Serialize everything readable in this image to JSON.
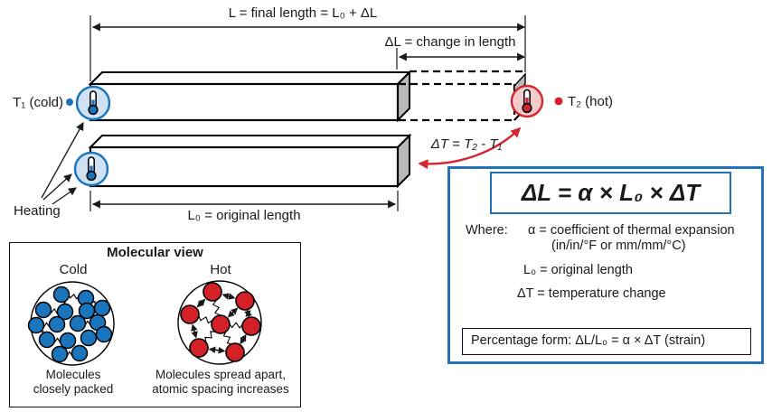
{
  "diagram": {
    "top_dimension_label": "L = final length = L₀ + ΔL",
    "delta_l_label": "ΔL = change in length",
    "t1_label": "T₁ (cold)",
    "t2_label": "T₂ (hot)",
    "delta_t_label": "ΔT = T₂ - T₁",
    "heating_label": "Heating",
    "l0_dimension_label": "L₀ = original length"
  },
  "formula_panel": {
    "formula": "ΔL = α × L₀ × ΔT",
    "where_label": "Where:",
    "alpha_definition": "α = coefficient of thermal expansion",
    "alpha_units": "(in/in/°F or mm/mm/°C)",
    "l0_definition": "L₀ = original length",
    "delta_t_definition": "ΔT = temperature change",
    "percentage_form": "Percentage form: ΔL/L₀ = α × ΔT (strain)"
  },
  "molecular_view": {
    "title": "Molecular view",
    "cold_label": "Cold",
    "hot_label": "Hot",
    "cold_caption_line1": "Molecules",
    "cold_caption_line2": "closely packed",
    "hot_caption_line1": "Molecules spread apart,",
    "hot_caption_line2": "atomic spacing increases"
  },
  "colors": {
    "accent_blue": "#2273b9",
    "molecule_blue": "#1b75bc",
    "molecule_red": "#d42027",
    "arrow_red": "#d4262e",
    "cold_thermo_fill": "#cfe1f2",
    "hot_thermo_fill": "#f5caca",
    "bar_side_gray": "#b9b9b9"
  }
}
